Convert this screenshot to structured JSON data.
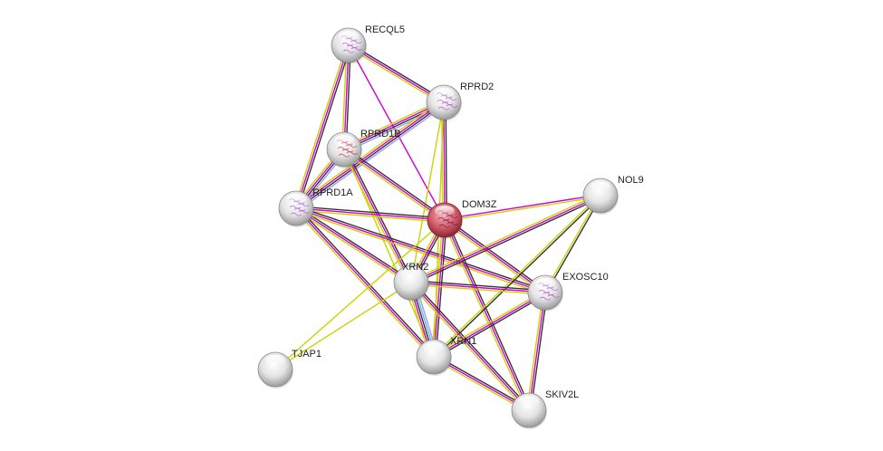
{
  "network": {
    "title": "Protein interaction network",
    "edge_colors": {
      "text_mining": "#c8d400",
      "coexpression": "#333333",
      "experiments": "#d000d0",
      "database": "#5fb8e0",
      "homology": "#9a9aff"
    },
    "nodes": [
      {
        "id": "RECQL5",
        "label": "RECQL5",
        "type": "structure",
        "query": false
      },
      {
        "id": "RPRD2",
        "label": "RPRD2",
        "type": "structure",
        "query": false
      },
      {
        "id": "RPRD1B",
        "label": "RPRD1B",
        "type": "structure",
        "query": false
      },
      {
        "id": "RPRD1A",
        "label": "RPRD1A",
        "type": "structure",
        "query": false
      },
      {
        "id": "DOM3Z",
        "label": "DOM3Z",
        "type": "structure",
        "query": true
      },
      {
        "id": "NOL9",
        "label": "NOL9",
        "type": "plain",
        "query": false
      },
      {
        "id": "XRN2",
        "label": "XRN2",
        "type": "plain",
        "query": false
      },
      {
        "id": "EXOSC10",
        "label": "EXOSC10",
        "type": "structure",
        "query": false
      },
      {
        "id": "TJAP1",
        "label": "TJAP1",
        "type": "plain",
        "query": false
      },
      {
        "id": "XRN1",
        "label": "XRN1",
        "type": "plain",
        "query": false
      },
      {
        "id": "SKIV2L",
        "label": "SKIV2L",
        "type": "plain",
        "query": false
      }
    ],
    "edges": [
      {
        "a": "RECQL5",
        "b": "RPRD2",
        "types": [
          "coexpression",
          "experiments",
          "text_mining"
        ]
      },
      {
        "a": "RECQL5",
        "b": "RPRD1B",
        "types": [
          "coexpression",
          "experiments",
          "text_mining"
        ]
      },
      {
        "a": "RECQL5",
        "b": "RPRD1A",
        "types": [
          "coexpression",
          "experiments",
          "text_mining"
        ]
      },
      {
        "a": "RECQL5",
        "b": "DOM3Z",
        "types": [
          "experiments"
        ]
      },
      {
        "a": "RPRD2",
        "b": "RPRD1B",
        "types": [
          "homology",
          "coexpression",
          "experiments",
          "text_mining"
        ]
      },
      {
        "a": "RPRD2",
        "b": "RPRD1A",
        "types": [
          "homology",
          "coexpression",
          "experiments",
          "text_mining"
        ]
      },
      {
        "a": "RPRD2",
        "b": "DOM3Z",
        "types": [
          "coexpression",
          "experiments",
          "text_mining"
        ]
      },
      {
        "a": "RPRD2",
        "b": "XRN2",
        "types": [
          "text_mining"
        ]
      },
      {
        "a": "RPRD2",
        "b": "XRN1",
        "types": [
          "text_mining"
        ]
      },
      {
        "a": "RPRD1B",
        "b": "RPRD1A",
        "types": [
          "homology",
          "coexpression",
          "experiments",
          "text_mining"
        ]
      },
      {
        "a": "RPRD1B",
        "b": "DOM3Z",
        "types": [
          "coexpression",
          "experiments",
          "text_mining"
        ]
      },
      {
        "a": "RPRD1B",
        "b": "XRN2",
        "types": [
          "coexpression",
          "experiments",
          "text_mining"
        ]
      },
      {
        "a": "RPRD1B",
        "b": "XRN1",
        "types": [
          "text_mining"
        ]
      },
      {
        "a": "RPRD1A",
        "b": "DOM3Z",
        "types": [
          "coexpression",
          "experiments",
          "text_mining"
        ]
      },
      {
        "a": "RPRD1A",
        "b": "XRN2",
        "types": [
          "coexpression",
          "experiments",
          "text_mining"
        ]
      },
      {
        "a": "RPRD1A",
        "b": "XRN1",
        "types": [
          "coexpression",
          "experiments",
          "text_mining"
        ]
      },
      {
        "a": "RPRD1A",
        "b": "EXOSC10",
        "types": [
          "coexpression",
          "experiments",
          "text_mining"
        ]
      },
      {
        "a": "DOM3Z",
        "b": "NOL9",
        "types": [
          "experiments",
          "text_mining"
        ]
      },
      {
        "a": "DOM3Z",
        "b": "XRN2",
        "types": [
          "coexpression",
          "experiments",
          "text_mining"
        ]
      },
      {
        "a": "DOM3Z",
        "b": "EXOSC10",
        "types": [
          "coexpression",
          "experiments",
          "text_mining"
        ]
      },
      {
        "a": "DOM3Z",
        "b": "XRN1",
        "types": [
          "coexpression",
          "experiments",
          "text_mining"
        ]
      },
      {
        "a": "DOM3Z",
        "b": "SKIV2L",
        "types": [
          "coexpression",
          "experiments",
          "text_mining"
        ]
      },
      {
        "a": "DOM3Z",
        "b": "TJAP1",
        "types": [
          "text_mining"
        ]
      },
      {
        "a": "XRN2",
        "b": "TJAP1",
        "types": [
          "text_mining"
        ]
      },
      {
        "a": "NOL9",
        "b": "XRN2",
        "types": [
          "coexpression",
          "experiments",
          "text_mining"
        ]
      },
      {
        "a": "NOL9",
        "b": "EXOSC10",
        "types": [
          "coexpression",
          "text_mining"
        ]
      },
      {
        "a": "NOL9",
        "b": "XRN1",
        "types": [
          "coexpression",
          "text_mining"
        ]
      },
      {
        "a": "XRN2",
        "b": "EXOSC10",
        "types": [
          "coexpression",
          "experiments",
          "text_mining"
        ]
      },
      {
        "a": "XRN2",
        "b": "XRN1",
        "types": [
          "homology",
          "database",
          "coexpression",
          "experiments",
          "text_mining"
        ]
      },
      {
        "a": "XRN2",
        "b": "SKIV2L",
        "types": [
          "coexpression",
          "experiments",
          "text_mining"
        ]
      },
      {
        "a": "EXOSC10",
        "b": "XRN1",
        "types": [
          "coexpression",
          "experiments",
          "text_mining"
        ]
      },
      {
        "a": "EXOSC10",
        "b": "SKIV2L",
        "types": [
          "coexpression",
          "experiments",
          "text_mining"
        ]
      },
      {
        "a": "XRN1",
        "b": "SKIV2L",
        "types": [
          "coexpression",
          "experiments",
          "text_mining"
        ]
      }
    ]
  }
}
